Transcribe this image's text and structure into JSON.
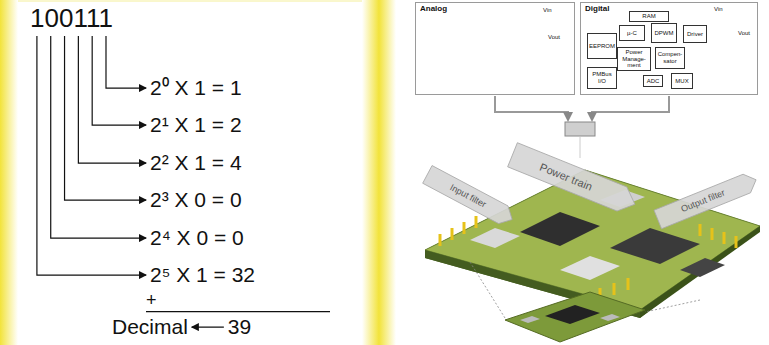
{
  "diagram": {
    "nodes": [
      {
        "text": [
          "Analog"
        ]
      },
      {
        "text": [
          "Digital"
        ]
      },
      {
        "text": [
          "RAM"
        ],
        "in": 1
      },
      {
        "text": [
          "µ-C"
        ],
        "in": 1
      },
      {
        "text": [
          "DPWM"
        ],
        "in": 1
      },
      {
        "text": [
          "Driver"
        ],
        "in": 1
      },
      {
        "text": [
          "EEPROM"
        ],
        "in": 1
      },
      {
        "text": [
          "Power Manage-ment"
        ],
        "in": 1
      },
      {
        "text": [
          "Compen-sator"
        ],
        "in": 1
      },
      {
        "text": [
          "PMBus I/O"
        ],
        "in": 1
      },
      {
        "text": [
          "ADC"
        ],
        "in": 1
      },
      {
        "text": [
          "MUX"
        ],
        "in": 1
      }
    ],
    "labels": [
      "100111",
      "2⁰ X 1 = 1",
      "2¹ X 1 = 2",
      "2² X 1 = 4",
      "2³ X 0 = 0",
      "2⁴ X 0 = 0",
      "2⁵ X 1 = 32",
      "+",
      "Decimal",
      "39",
      "Vin",
      "Vout",
      "Vin",
      "Vout",
      "Input filter",
      "Power train",
      "Output filter"
    ]
  }
}
